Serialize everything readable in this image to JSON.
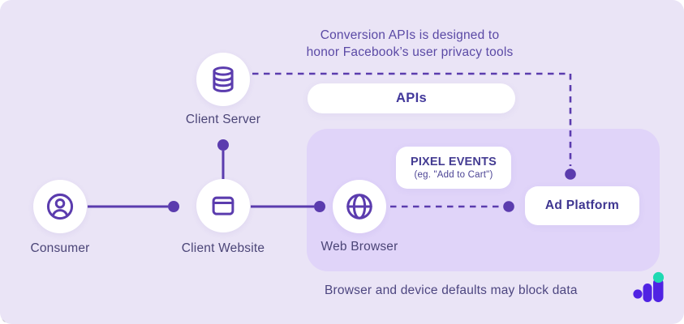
{
  "colors": {
    "background": "#EAE4F6",
    "zone_background": "#E0D4F9",
    "accent_purple": "#5B3CAE",
    "label_text": "#4B4577",
    "annotation_text": "#5A49A5",
    "box_text": "#42389B",
    "logo_purple": "#5023E3",
    "logo_teal": "#1FD9B2"
  },
  "annotation_top": {
    "line1": "Conversion APIs is designed to",
    "line2": "honor Facebook’s user privacy tools"
  },
  "nodes": {
    "consumer": {
      "label": "Consumer",
      "icon": "user-icon"
    },
    "client_server": {
      "label": "Client Server",
      "icon": "database-icon"
    },
    "client_website": {
      "label": "Client Website",
      "icon": "browser-window-icon"
    },
    "web_browser": {
      "label": "Web Browser",
      "icon": "globe-icon"
    }
  },
  "boxes": {
    "apis": {
      "label": "APIs"
    },
    "pixel_events": {
      "title": "PIXEL EVENTS",
      "subtitle": "(eg. \"Add to Cart\")"
    },
    "ad_platform": {
      "label": "Ad Platform"
    }
  },
  "annotation_bottom": {
    "text": "Browser and device defaults may block data"
  }
}
